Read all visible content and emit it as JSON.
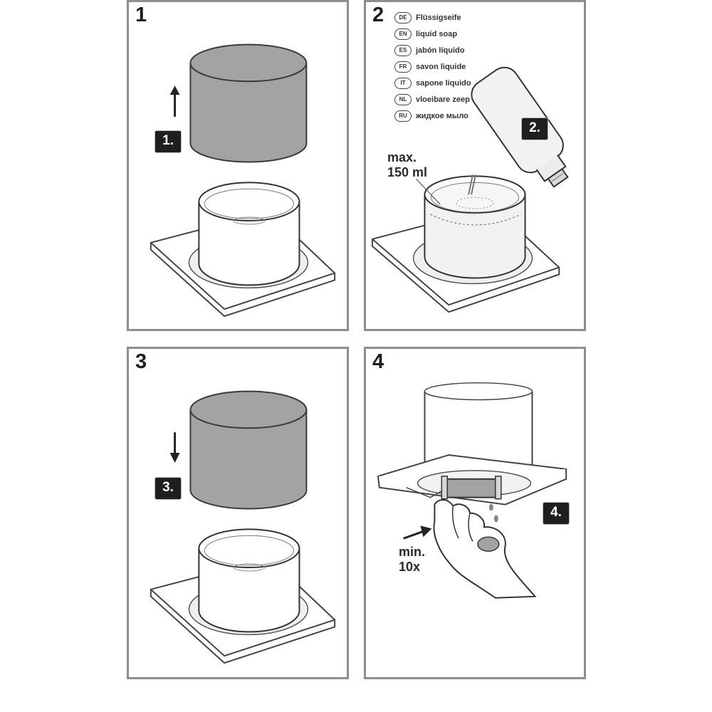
{
  "panels": [
    {
      "number": "1",
      "badge": "1."
    },
    {
      "number": "2",
      "badge": "2.",
      "languages": [
        {
          "code": "DE",
          "text": "Flüssigseife"
        },
        {
          "code": "EN",
          "text": "liquid soap"
        },
        {
          "code": "ES",
          "text": "jabón líquido"
        },
        {
          "code": "FR",
          "text": "savon liquide"
        },
        {
          "code": "IT",
          "text": "sapone liquido"
        },
        {
          "code": "NL",
          "text": "vloeibare zeep"
        },
        {
          "code": "RU",
          "text": "жидкое мыло"
        }
      ],
      "capacity_line1": "max.",
      "capacity_line2": "150 ml"
    },
    {
      "number": "3",
      "badge": "3."
    },
    {
      "number": "4",
      "badge": "4.",
      "press_line1": "min.",
      "press_line2": "10x"
    }
  ],
  "colors": {
    "cap_fill": "#a3a3a3",
    "frame_border": "#8e8e8e",
    "badge": "#1f1f1f",
    "soap_fill": "#f2f2f2"
  },
  "icons": {
    "up": "arrow-up-icon",
    "down": "arrow-down-icon",
    "push": "arrow-right-icon"
  }
}
